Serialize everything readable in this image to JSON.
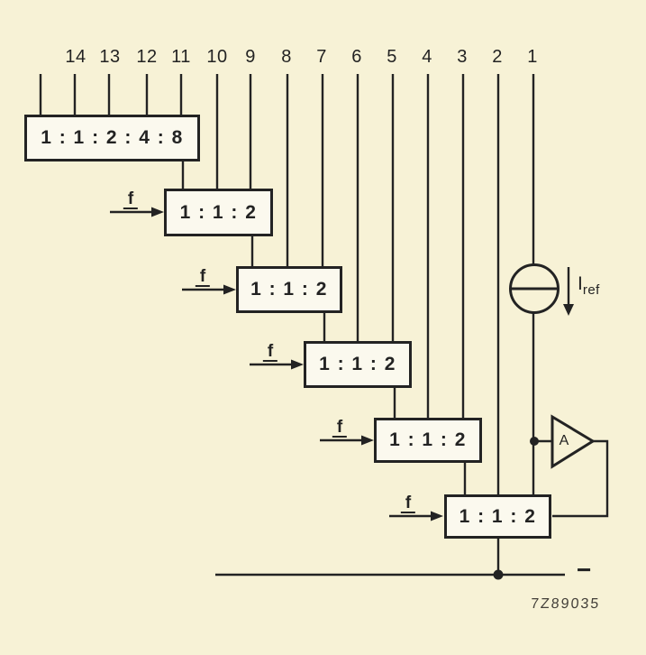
{
  "pins": [
    "14",
    "13",
    "12",
    "11",
    "10",
    "9",
    "8",
    "7",
    "6",
    "5",
    "4",
    "3",
    "2",
    "1"
  ],
  "divider_boxes": [
    {
      "label": "1 : 1 : 2 : 4 : 8"
    },
    {
      "label": "1 : 1 : 2"
    },
    {
      "label": "1 : 1 : 2"
    },
    {
      "label": "1 : 1 : 2"
    },
    {
      "label": "1 : 1 : 2"
    },
    {
      "label": "1 : 1 : 2"
    }
  ],
  "clock_input_label": "f",
  "current_source": {
    "label_main": "I",
    "label_sub": "ref"
  },
  "amplifier": {
    "label": "A"
  },
  "output": {
    "polarity_mark": "−"
  },
  "figure_code": "7Z89035",
  "colors": {
    "background": "#f7f2d6",
    "ink": "#232323",
    "box_fill": "#fbf9ee"
  }
}
